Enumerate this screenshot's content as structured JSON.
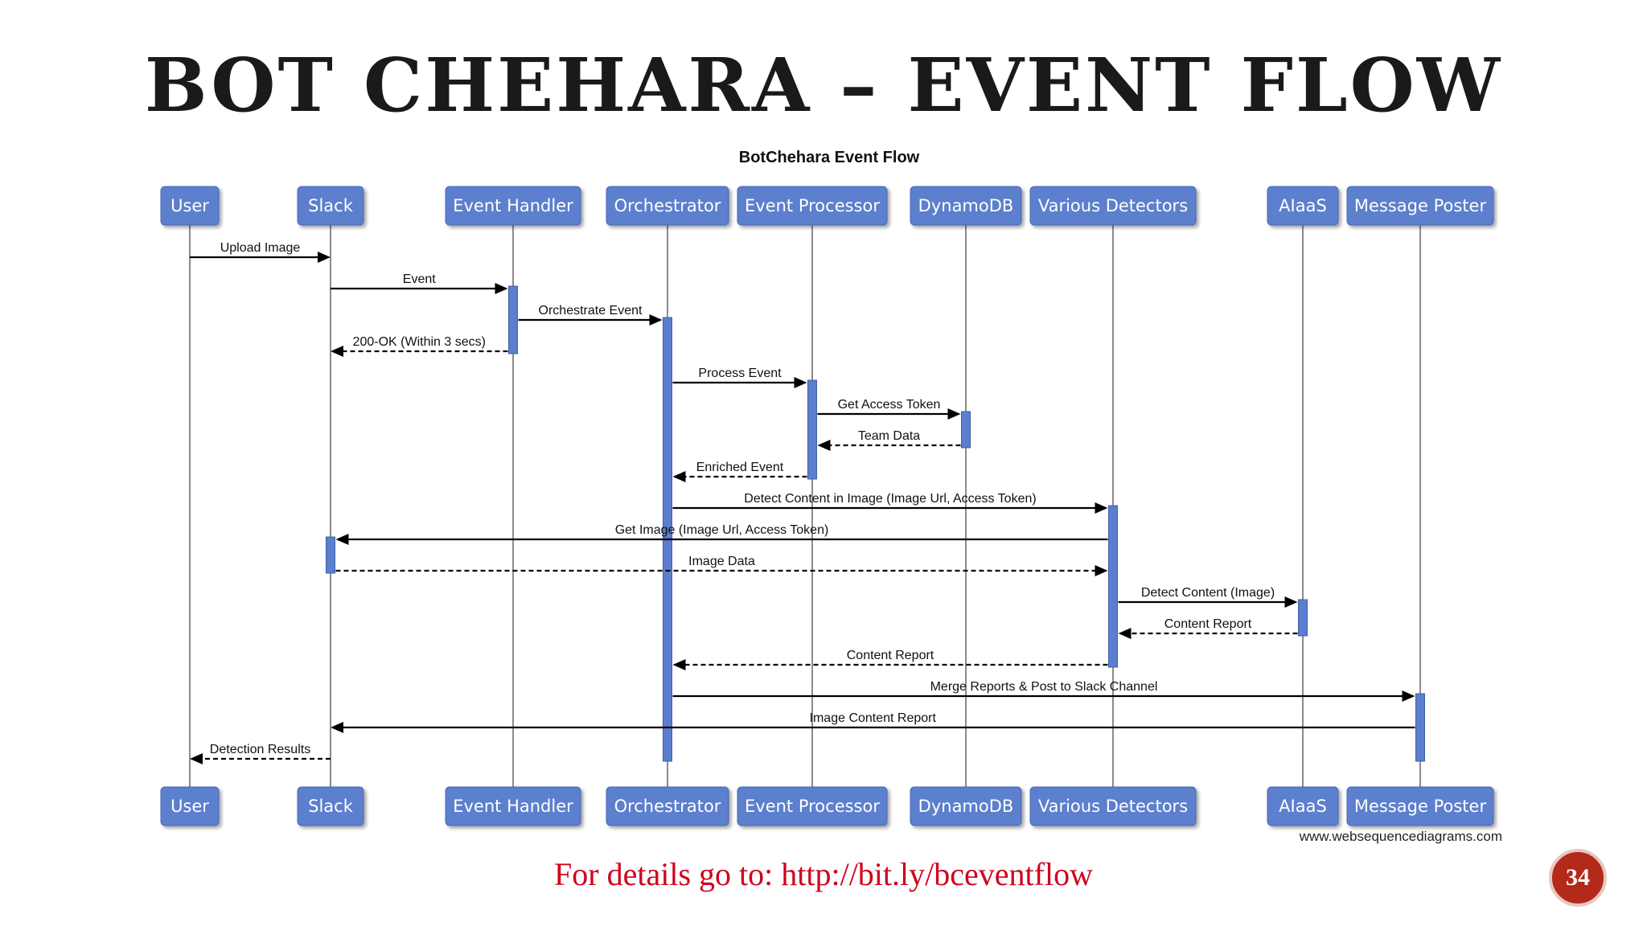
{
  "slide": {
    "title": "BOT CHEHARA – EVENT FLOW",
    "footer_link": "For details go to: http://bit.ly/bceventflow",
    "page_number": "34"
  },
  "diagram": {
    "title": "BotChehara Event Flow",
    "credit": "www.websequencediagrams.com",
    "colors": {
      "participant": "#5b7fce",
      "activation": "#5b7fce",
      "lifeline": "#8c8c8c",
      "arrow": "#000000"
    },
    "participants": [
      "User",
      "Slack",
      "Event Handler",
      "Orchestrator",
      "Event Processor",
      "DynamoDB",
      "Various Detectors",
      "AIaaS",
      "Message Poster"
    ],
    "messages": [
      {
        "from": 0,
        "to": 1,
        "label": "Upload Image",
        "style": "solid"
      },
      {
        "from": 1,
        "to": 2,
        "label": "Event",
        "style": "solid"
      },
      {
        "from": 2,
        "to": 3,
        "label": "Orchestrate Event",
        "style": "solid"
      },
      {
        "from": 2,
        "to": 1,
        "label": "200-OK (Within 3 secs)",
        "style": "dashed"
      },
      {
        "from": 3,
        "to": 4,
        "label": "Process Event",
        "style": "solid"
      },
      {
        "from": 4,
        "to": 5,
        "label": "Get Access Token",
        "style": "solid"
      },
      {
        "from": 5,
        "to": 4,
        "label": "Team Data",
        "style": "dashed"
      },
      {
        "from": 4,
        "to": 3,
        "label": "Enriched Event",
        "style": "dashed"
      },
      {
        "from": 3,
        "to": 6,
        "label": "Detect Content in Image (Image Url, Access Token)",
        "style": "solid"
      },
      {
        "from": 6,
        "to": 1,
        "label": "Get Image (Image Url, Access Token)",
        "style": "solid"
      },
      {
        "from": 1,
        "to": 6,
        "label": "Image Data",
        "style": "dashed"
      },
      {
        "from": 6,
        "to": 7,
        "label": "Detect Content (Image)",
        "style": "solid"
      },
      {
        "from": 7,
        "to": 6,
        "label": "Content Report",
        "style": "dashed"
      },
      {
        "from": 6,
        "to": 3,
        "label": "Content Report",
        "style": "dashed"
      },
      {
        "from": 3,
        "to": 8,
        "label": "Merge Reports & Post to Slack Channel",
        "style": "solid"
      },
      {
        "from": 8,
        "to": 1,
        "label": "Image Content Report",
        "style": "solid"
      },
      {
        "from": 1,
        "to": 0,
        "label": "Detection Results",
        "style": "dashed"
      }
    ],
    "activations": [
      {
        "participant": 2,
        "from_step": 1,
        "to_step": 3
      },
      {
        "participant": 3,
        "from_step": 2,
        "to_step": 16
      },
      {
        "participant": 4,
        "from_step": 4,
        "to_step": 7
      },
      {
        "participant": 5,
        "from_step": 5,
        "to_step": 6
      },
      {
        "participant": 6,
        "from_step": 8,
        "to_step": 13
      },
      {
        "participant": 1,
        "from_step": 9,
        "to_step": 10
      },
      {
        "participant": 7,
        "from_step": 11,
        "to_step": 12
      },
      {
        "participant": 8,
        "from_step": 14,
        "to_step": 16
      }
    ]
  }
}
